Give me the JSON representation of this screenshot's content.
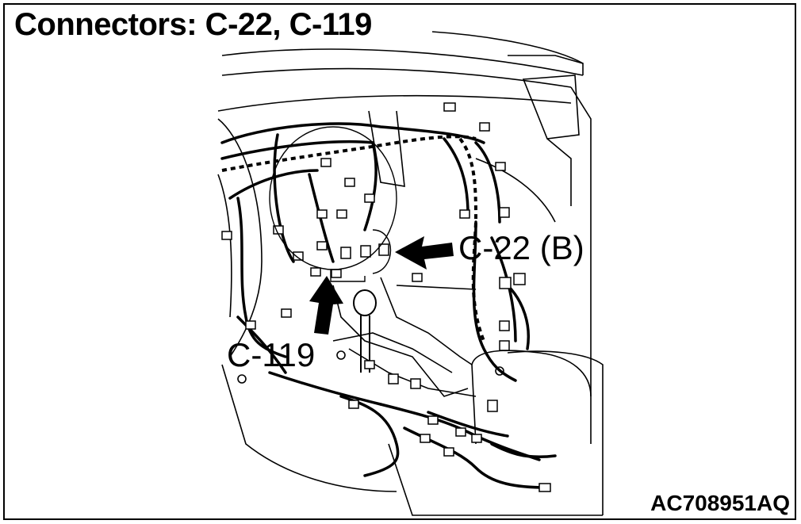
{
  "title": "Connectors: C-22, C-119",
  "figure_id": "AC708951AQ",
  "callouts": {
    "c22": "C-22 (B)",
    "c119": "C-119"
  },
  "colors": {
    "ink": "#000000",
    "paper": "#ffffff"
  }
}
